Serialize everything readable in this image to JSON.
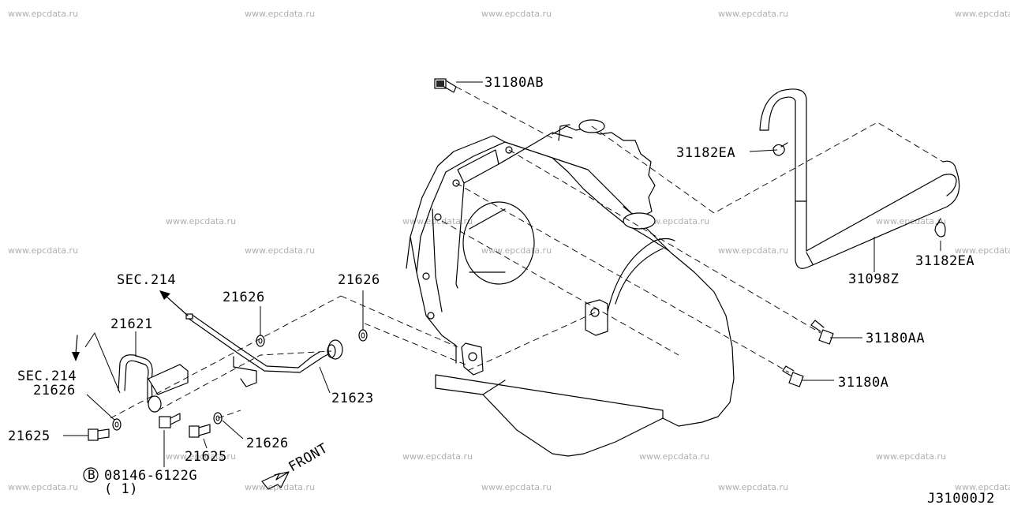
{
  "watermark": "www.epcdata.ru",
  "labels": {
    "p31180AB": "31180AB",
    "p31182EA_top": "31182EA",
    "p31182EA_right": "31182EA",
    "p31098Z": "31098Z",
    "p31180AA": "31180AA",
    "p31180A": "31180A",
    "sec214_top": "SEC.214",
    "sec214_left": "SEC.214",
    "p21626_a": "21626",
    "p21626_b": "21626",
    "p21626_c": "21626",
    "p21626_d": "21626",
    "p21621": "21621",
    "p21623": "21623",
    "p21625_a": "21625",
    "p21625_b": "21625",
    "bolt_code": "08146-6122G",
    "bolt_marker": "B",
    "bolt_qty": "( 1)",
    "front": "FRONT",
    "diagram_code": "J31000J2"
  }
}
